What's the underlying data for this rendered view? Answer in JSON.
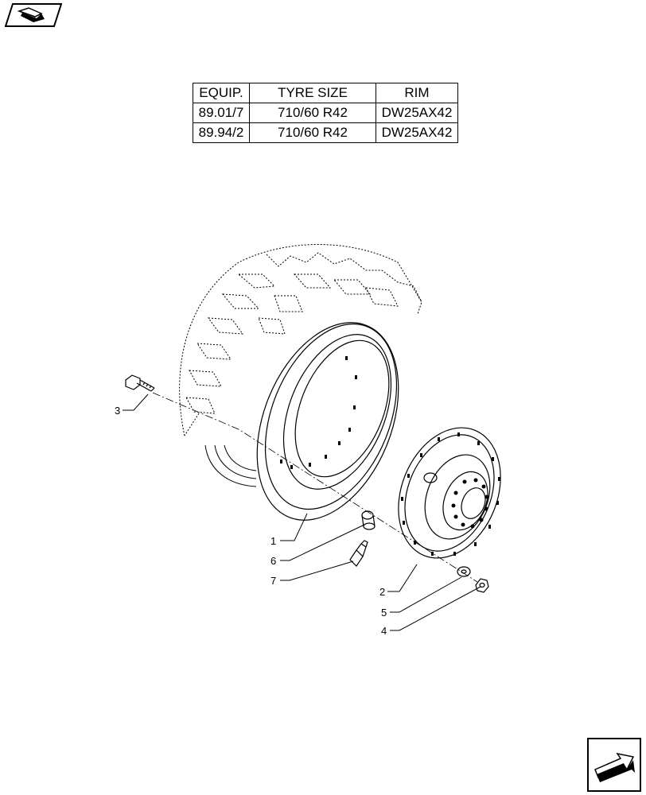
{
  "nav": {
    "prev_icon": "previous-page-arrow-icon",
    "next_icon": "next-page-arrow-icon"
  },
  "table": {
    "headers": [
      "EQUIP.",
      "TYRE SIZE",
      "RIM"
    ],
    "rows": [
      [
        "89.01/7",
        "710/60 R42",
        "DW25AX42"
      ],
      [
        "89.94/2",
        "710/60 R42",
        "DW25AX42"
      ]
    ]
  },
  "callouts": [
    "1",
    "2",
    "3",
    "4",
    "5",
    "6",
    "7"
  ],
  "parts": {
    "tyre": "tyre-outline",
    "rim": "rim",
    "wheel_disc": "wheel-disc",
    "bolt": "bolt",
    "nut": "nut",
    "washer": "washer",
    "spacer": "spacer",
    "valve": "tyre-valve"
  }
}
